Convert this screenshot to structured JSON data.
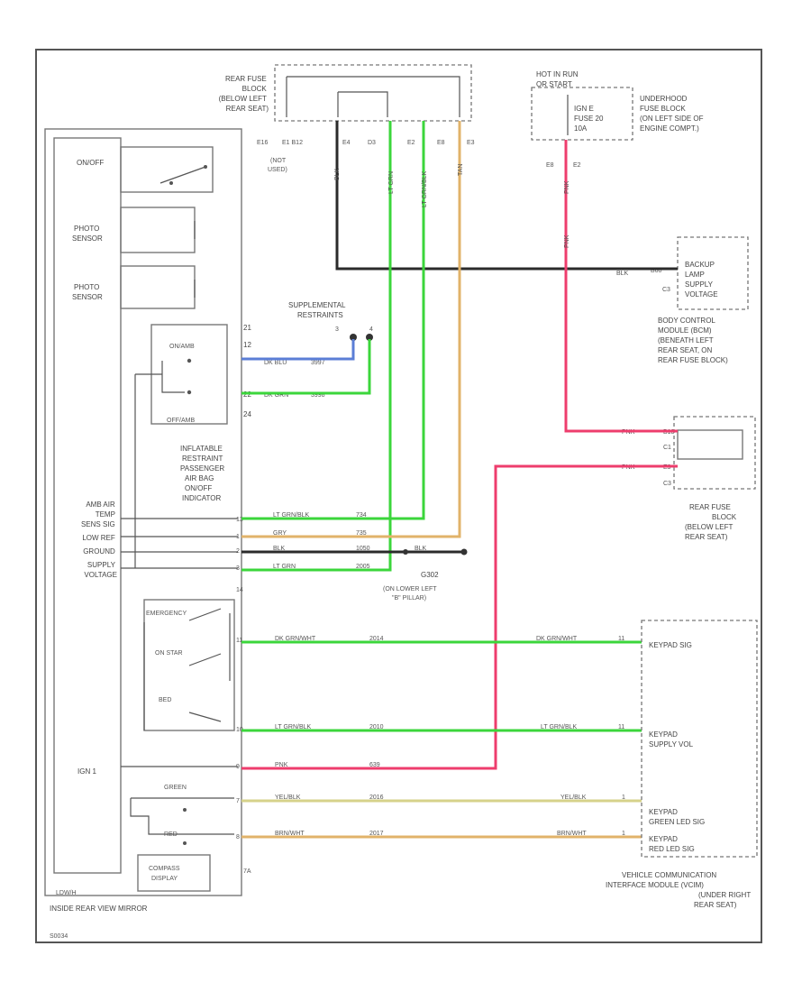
{
  "colors": {
    "black": "#2b2b2b",
    "green": "#3bd63b",
    "tan": "#e1b36a",
    "pink": "#ee3d6d",
    "blue": "#5b7ed6",
    "olive": "#d6d28a",
    "frame": "#555555"
  },
  "rear_fuse_block_top": [
    "REAR FUSE",
    "BLOCK",
    "(BELOW LEFT",
    "REAR SEAT)"
  ],
  "hot_in_run": [
    "HOT IN RUN",
    "OR START"
  ],
  "underhood": [
    "UNDERHOOD",
    "FUSE BLOCK",
    "(ON LEFT SIDE OF",
    "ENGINE COMPT.)"
  ],
  "fuse": [
    "IGN E",
    "FUSE 20",
    "10A"
  ],
  "top_pins": [
    "E16",
    "E1 B12",
    "E4",
    "D3",
    "E2",
    "E8",
    "E3"
  ],
  "right_pins": [
    "E8",
    "E2"
  ],
  "not_used": [
    "(NOT",
    "USED)"
  ],
  "wire_labels_top": [
    "BLK",
    "LT GRN",
    "LT GRN/BLK",
    "TAN",
    "PNK",
    "PNK"
  ],
  "backup": [
    "BACKUP",
    "LAMP",
    "SUPPLY",
    "VOLTAGE"
  ],
  "bcm_pin": "C3",
  "bcm_wire": [
    "BLK",
    "B60"
  ],
  "bcm_name": [
    "BODY CONTROL",
    "MODULE (BCM)",
    "(BENEATH LEFT",
    "REAR SEAT, ON",
    "REAR FUSE BLOCK)"
  ],
  "left_names": [
    "ON/OFF",
    "PHOTO",
    "SENSOR",
    "PHOTO",
    "SENSOR"
  ],
  "srs": [
    "SUPPLEMENTAL",
    "RESTRAINTS"
  ],
  "srs_pins": [
    "3",
    "4"
  ],
  "pass_switch": [
    "ON/AMB",
    "OFF/AMB"
  ],
  "on_off_pins": [
    "21",
    "12",
    "22",
    "24"
  ],
  "pass_wires": [
    "DK BLU",
    "3997",
    "DK GRN",
    "3998"
  ],
  "inflatable": [
    "INFLATABLE",
    "RESTRAINT",
    "PASSENGER",
    "AIR BAG",
    "ON/OFF",
    "INDICATOR"
  ],
  "amb_signals": [
    "AMB AIR",
    "TEMP",
    "SENS SIG",
    "LOW REF",
    "GROUND",
    "SUPPLY",
    "VOLTAGE"
  ],
  "mid_pins": [
    "13",
    "1",
    "2",
    "3",
    "14"
  ],
  "mid_wires": [
    {
      "name": "LT GRN/BLK",
      "num": "734"
    },
    {
      "name": "GRY",
      "num": "735"
    },
    {
      "name": "BLK",
      "num": "1050"
    },
    {
      "name": "LT GRN",
      "num": "2005"
    }
  ],
  "ground": {
    "wire": "BLK",
    "name": "G302",
    "desc": [
      "(ON LOWER LEFT",
      "\"B\" PILLAR)"
    ]
  },
  "keypad_switches": [
    "EMERGENCY",
    "ON STAR",
    "BED"
  ],
  "keypad_pins": [
    "11",
    "10",
    "9",
    "7",
    "8"
  ],
  "keypad_wires": [
    {
      "name": "DK GRN/WHT",
      "num": "2014",
      "right": "DK GRN/WHT",
      "pin": "11"
    },
    {
      "name": "LT GRN/BLK",
      "num": "2010",
      "right": "LT GRN/BLK",
      "pin": "11"
    },
    {
      "name": "PNK",
      "num": "639"
    },
    {
      "name": "YEL/BLK",
      "num": "2016",
      "right": "YEL/BLK",
      "pin": "1"
    },
    {
      "name": "BRN/WHT",
      "num": "2017",
      "right": "BRN/WHT",
      "pin": "1"
    }
  ],
  "ign1": "IGN 1",
  "leds": [
    "GREEN",
    "RED"
  ],
  "compass": [
    "COMPASS",
    "DISPLAY"
  ],
  "mirror_name": [
    "INSIDE REAR VIEW MIRROR"
  ],
  "ldiag": "LDW/H",
  "rear_fuse_right": {
    "wires": [
      "PNK",
      "PNK"
    ],
    "pins": [
      "B13",
      "C1",
      "E9",
      "C3"
    ],
    "name": [
      "REAR FUSE",
      "BLOCK",
      "(BELOW LEFT",
      "REAR SEAT)"
    ]
  },
  "keypad_labels": [
    "KEYPAD SIG",
    "KEYPAD",
    "SUPPLY VOL",
    "KEYPAD",
    "GREEN LED SIG",
    "KEYPAD",
    "RED LED SIG"
  ],
  "vcim": [
    "VEHICLE COMMUNICATION",
    "INTERFACE MODULE (VCIM)",
    "(UNDER RIGHT",
    "REAR SEAT)"
  ],
  "footer": "S0034"
}
